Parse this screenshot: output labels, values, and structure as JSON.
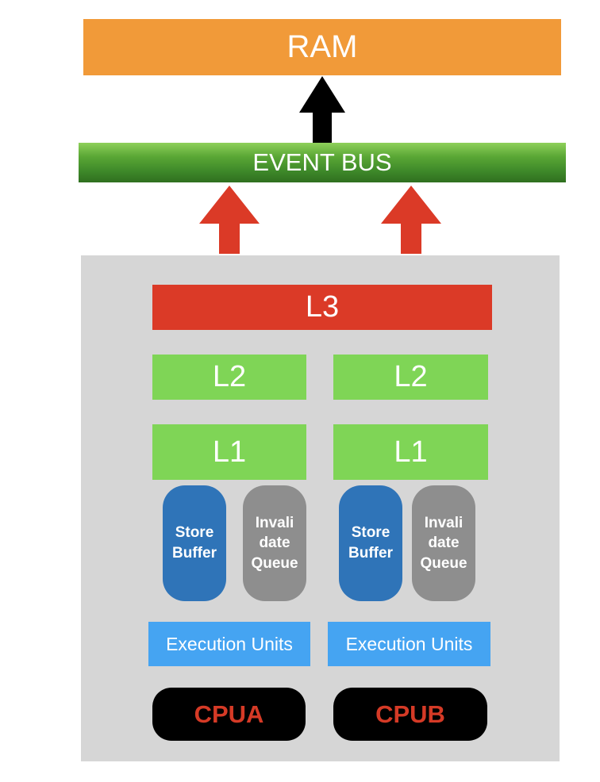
{
  "ram": {
    "label": "RAM"
  },
  "event_bus": {
    "label": "EVENT BUS"
  },
  "l3": {
    "label": "L3"
  },
  "cores": [
    {
      "l2": "L2",
      "l1": "L1",
      "store_buffer": "Store Buffer",
      "invalidate_queue": "Invali date Queue",
      "execution_units": "Execution Units",
      "cpu": "CPUA"
    },
    {
      "l2": "L2",
      "l1": "L1",
      "store_buffer": "Store Buffer",
      "invalidate_queue": "Invali date Queue",
      "execution_units": "Execution Units",
      "cpu": "CPUB"
    }
  ],
  "colors": {
    "ram": "#f19a39",
    "event_bus": "#4f9b30",
    "l3": "#db3a27",
    "l1_l2": "#7fd556",
    "store_buffer": "#2f74b8",
    "invalidate_queue": "#8e8e8e",
    "execution_units": "#45a4f2",
    "cpu_text": "#d53a26",
    "chip_background": "#d6d6d6",
    "arrow_up_black": "#000000",
    "arrow_up_red": "#db3a27"
  }
}
